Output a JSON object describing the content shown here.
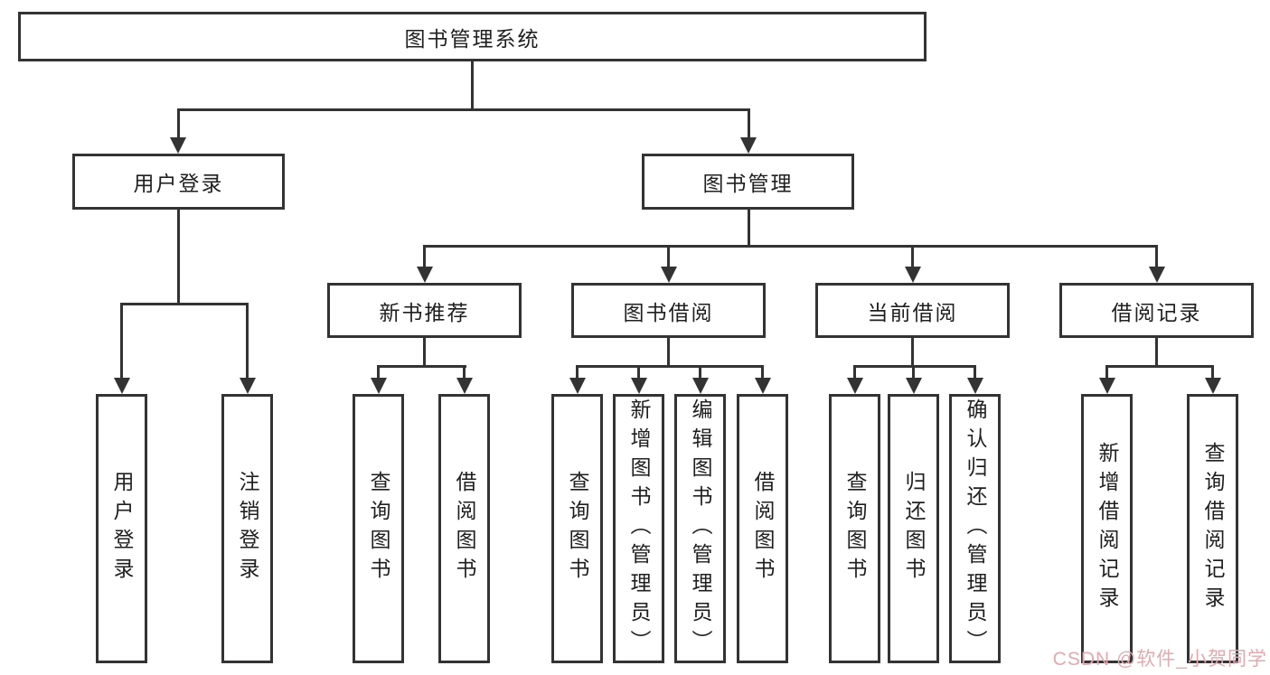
{
  "diagram": {
    "root": {
      "label": "图书管理系统"
    },
    "level2": {
      "user_login": {
        "label": "用户登录"
      },
      "book_management": {
        "label": "图书管理"
      }
    },
    "level3": {
      "new_book_recommend": {
        "label": "新书推荐"
      },
      "book_borrow": {
        "label": "图书借阅"
      },
      "current_borrow": {
        "label": "当前借阅"
      },
      "borrow_record": {
        "label": "借阅记录"
      }
    },
    "leaves": {
      "user_login": {
        "label": "用户登录"
      },
      "logout": {
        "label": "注销登录"
      },
      "rec_query_book": {
        "label": "查询图书"
      },
      "rec_borrow_book": {
        "label": "借阅图书"
      },
      "bb_query_book": {
        "label": "查询图书"
      },
      "bb_add_book": {
        "label": "新增图书（管理员）"
      },
      "bb_edit_book": {
        "label": "编辑图书（管理员）"
      },
      "bb_borrow_book": {
        "label": "借阅图书"
      },
      "cb_query_book": {
        "label": "查询图书"
      },
      "cb_return_book": {
        "label": "归还图书"
      },
      "cb_confirm_return": {
        "label": "确认归还（管理员）"
      },
      "br_add_record": {
        "label": "新增借阅记录"
      },
      "br_query_record": {
        "label": "查询借阅记录"
      }
    }
  },
  "watermark": {
    "text": "CSDN @软件_小贺同学"
  },
  "colors": {
    "line": "#333333",
    "text": "#1f1f1f",
    "watermark": "#e3a9ae",
    "background": "#ffffff"
  }
}
